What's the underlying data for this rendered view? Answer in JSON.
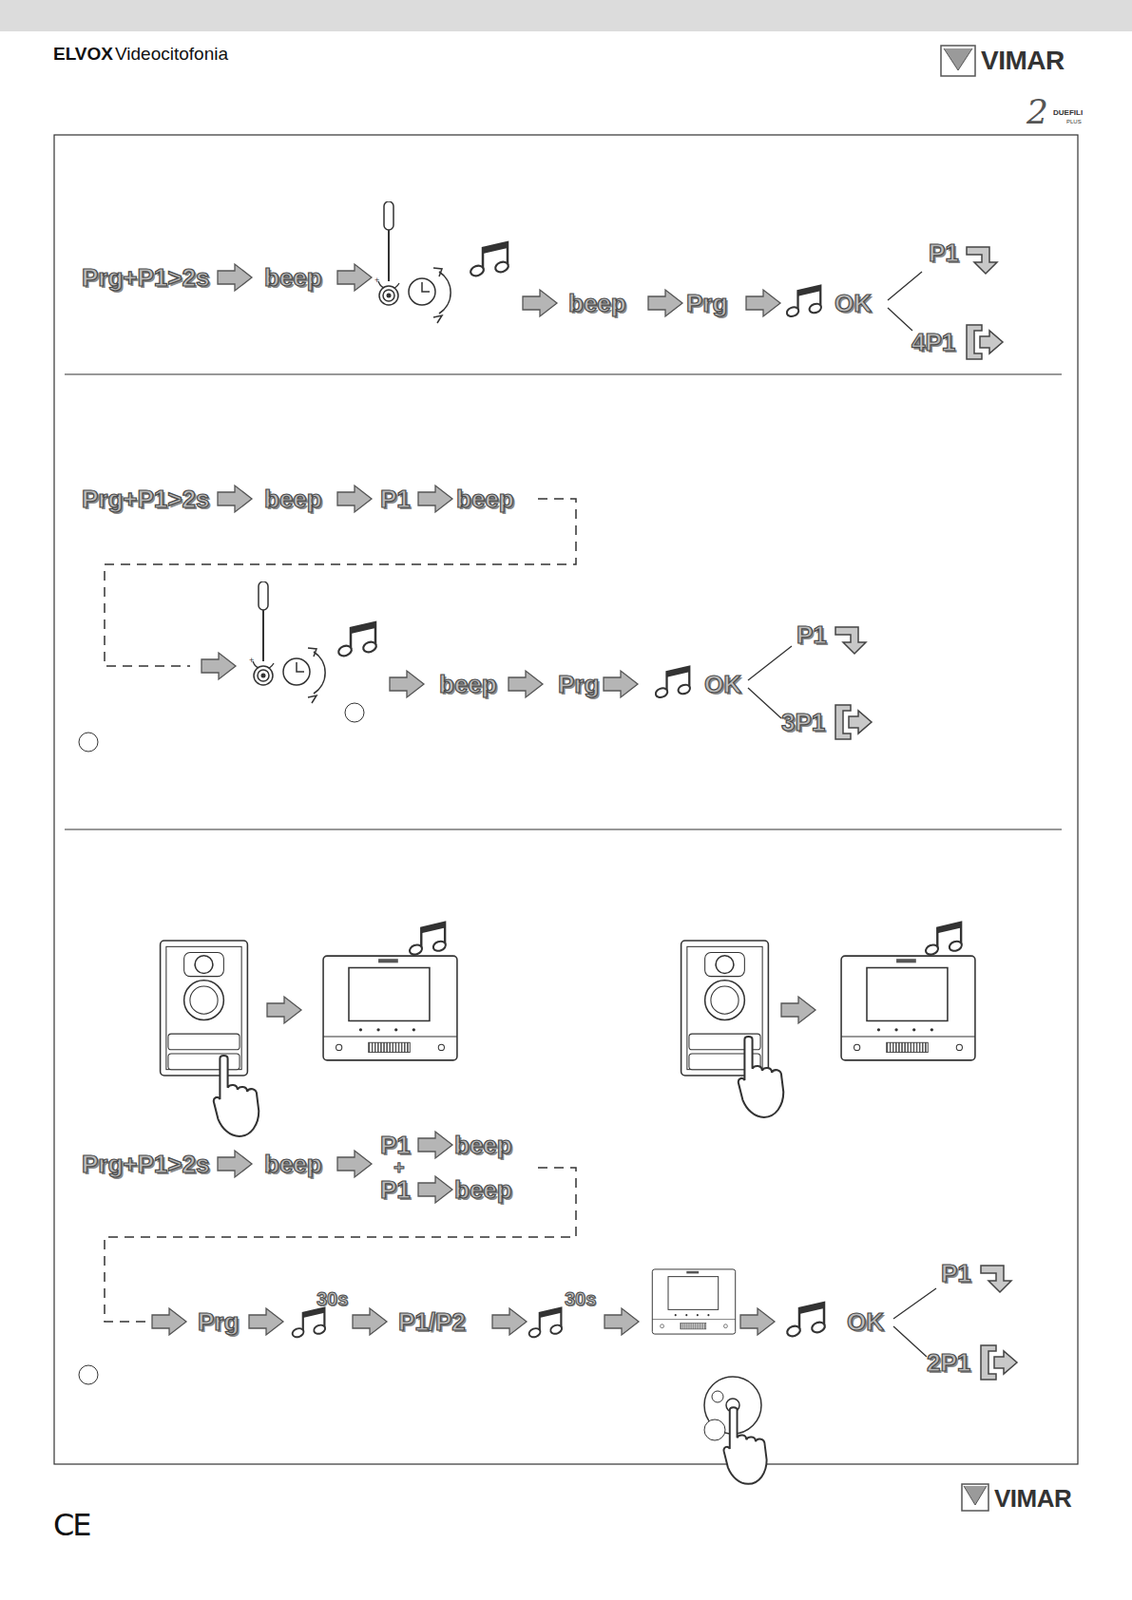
{
  "diagram": {
    "labels": [
      "ELVOX",
      "Videocitofonia",
      "VIMAR",
      "2",
      "DUEFILI",
      "PLUS",
      "Prg+P1>2s",
      "beep",
      "beep",
      "Prg",
      "OK",
      "P1",
      "4P1",
      "Prg+P1>2s",
      "beep",
      "P1",
      "beep",
      "beep",
      "Prg",
      "OK",
      "P1",
      "3P1",
      "Prg+P1>2s",
      "beep",
      "P1",
      "beep",
      "+",
      "P1",
      "beep",
      "Prg",
      "30s",
      "P1/P2",
      "30s",
      "OK",
      "P1",
      "2P1",
      "VIMAR",
      "CE"
    ]
  }
}
